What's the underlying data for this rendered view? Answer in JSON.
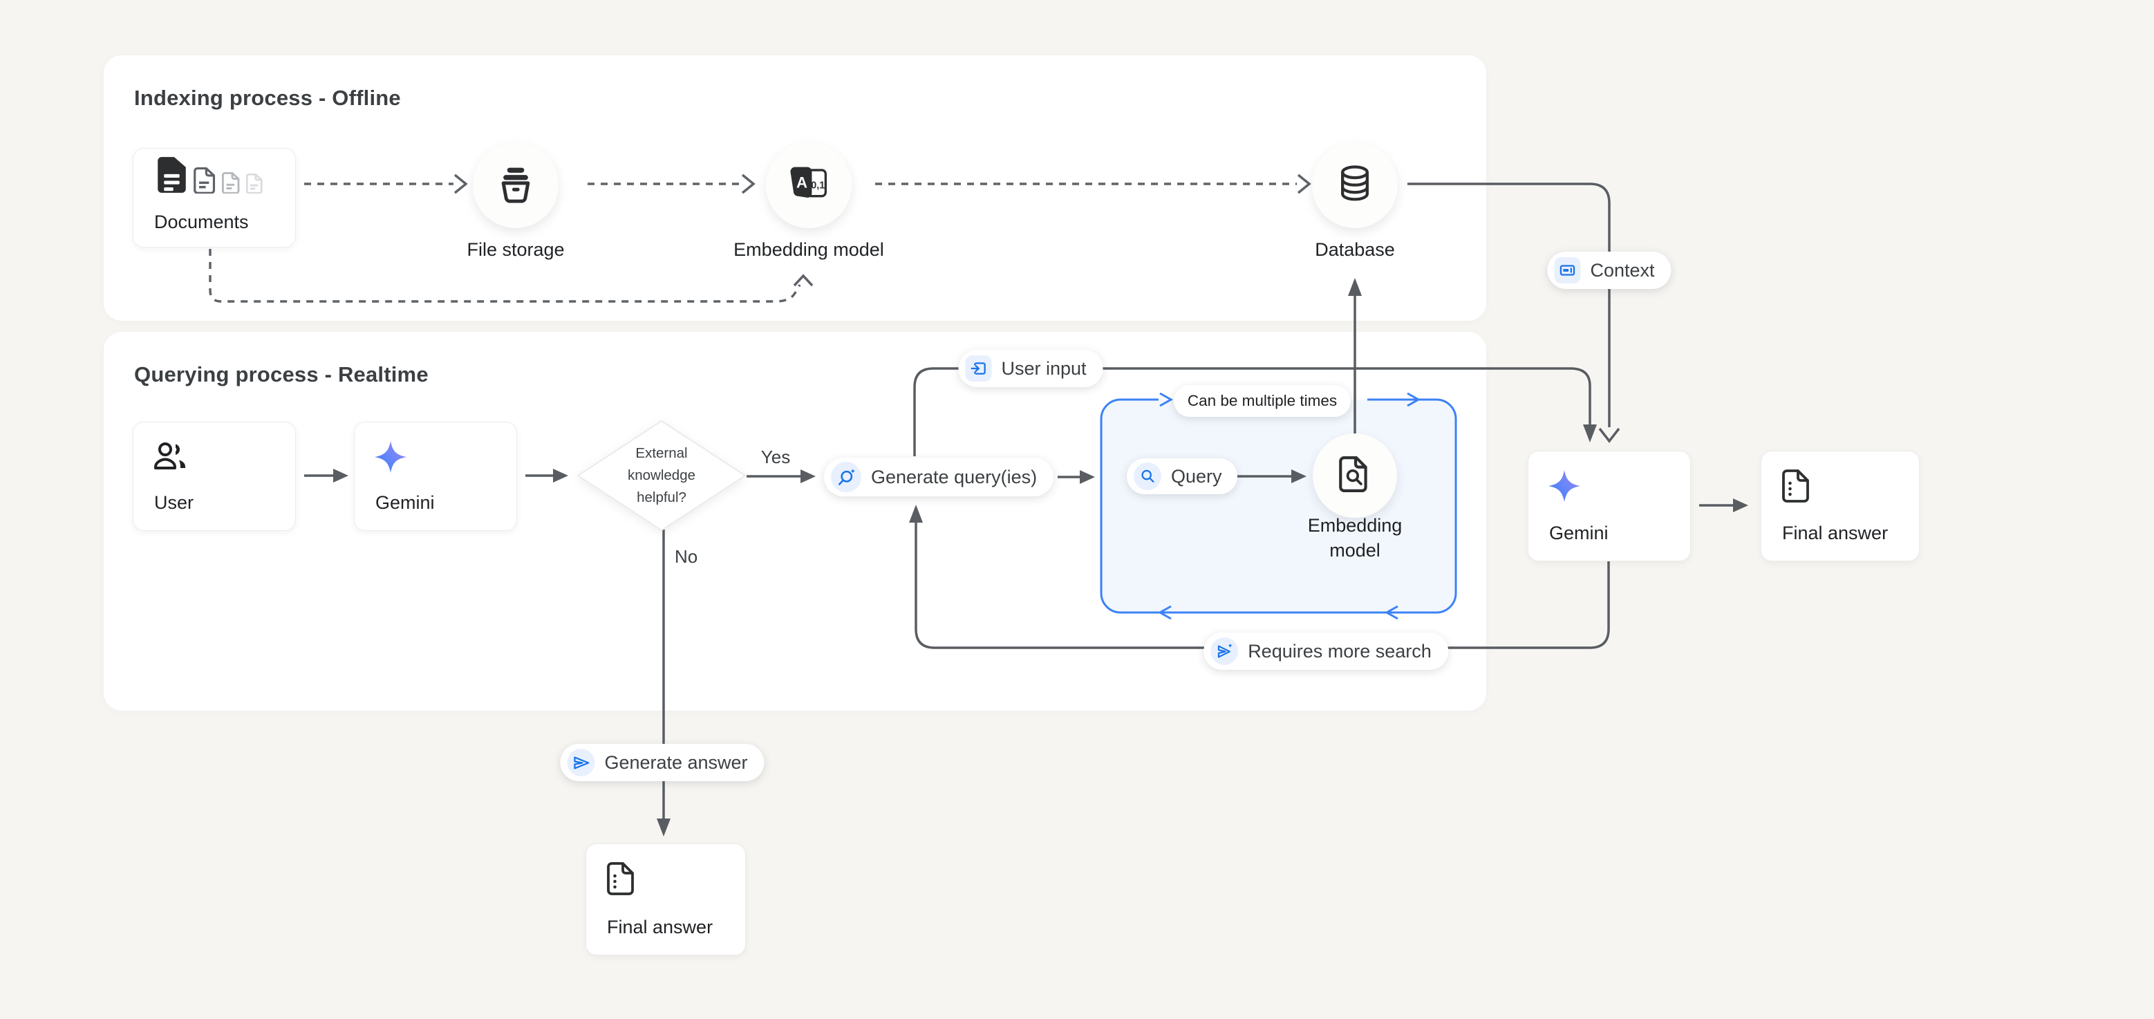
{
  "sections": {
    "indexing": {
      "title": "Indexing process - Offline"
    },
    "querying": {
      "title": "Querying process - Realtime"
    }
  },
  "nodes": {
    "documents": {
      "label": "Documents"
    },
    "file_storage": {
      "label": "File storage"
    },
    "embedding_model_offline": {
      "label": "Embedding model"
    },
    "database": {
      "label": "Database"
    },
    "user": {
      "label": "User"
    },
    "gemini_left": {
      "label": "Gemini"
    },
    "decision": {
      "lines": [
        "External",
        "knowledge",
        "helpful?"
      ]
    },
    "generate_queries": {
      "label": "Generate query(ies)"
    },
    "query": {
      "label": "Query"
    },
    "embedding_model_query": {
      "label": "Embedding model"
    },
    "gemini_right": {
      "label": "Gemini"
    },
    "final_answer_right": {
      "label": "Final answer"
    },
    "final_answer_bottom": {
      "label": "Final answer"
    }
  },
  "badges": {
    "context": {
      "label": "Context"
    },
    "user_input": {
      "label": "User input"
    },
    "can_be_multiple_times": {
      "label": "Can be multiple times"
    },
    "requires_more_search": {
      "label": "Requires more search"
    },
    "generate_answer": {
      "label": "Generate answer"
    }
  },
  "edge_labels": {
    "yes": "Yes",
    "no": "No"
  },
  "colors": {
    "background": "#f6f5f2",
    "card": "#ffffff",
    "line_gray": "#595d62",
    "icon_dark": "#2d2e30",
    "accent_blue": "#1a73e8",
    "box_border_blue": "#3c82f6",
    "box_fill_blue": "#f2f7fd",
    "icon_chip_blue": "#e8f0fe",
    "gemini_gradient": [
      "#3e7df7",
      "#9a7ef8"
    ]
  }
}
